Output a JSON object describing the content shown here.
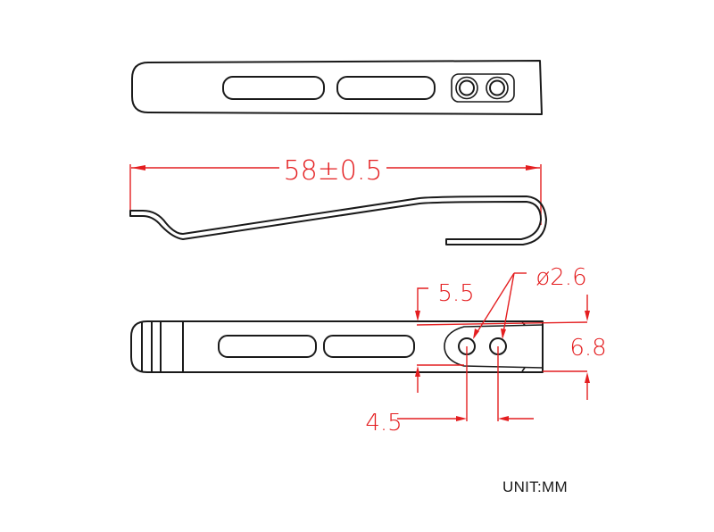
{
  "drawing": {
    "title": "Pocket clip technical drawing",
    "views": [
      "top-view",
      "side-profile-view",
      "bottom-view"
    ],
    "colors": {
      "outline": "#1a1a1a",
      "dimension": "#e41e20",
      "background": "#ffffff"
    }
  },
  "dimensions": {
    "overall_length": "58±0.5",
    "hole_offset_top": "5.5",
    "hole_diameter": "ø2.6",
    "width": "6.8",
    "hole_spacing": "4.5"
  },
  "unit_label": "UNIT:MM"
}
